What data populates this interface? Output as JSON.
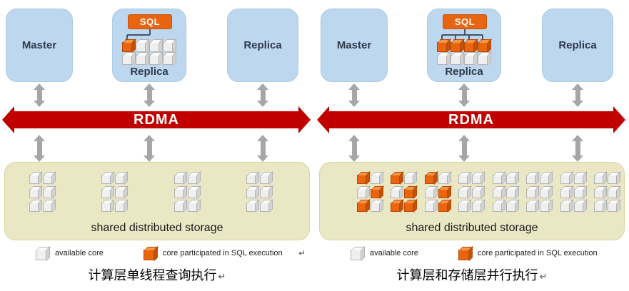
{
  "sql_label": "SQL",
  "rdma_label": "RDMA",
  "storage_label": "shared distributed storage",
  "return_mark": "↵",
  "legend": {
    "available": "available core",
    "participated": "core participated in SQL execution"
  },
  "colors": {
    "node_blue": "#BDD7EE",
    "rdma_red": "#C00000",
    "storage_beige": "#E9E7C4",
    "core_orange": "#EA650D",
    "core_white": "#EFEFEF",
    "arrow_gray": "#A6A6A6",
    "sql_badge_orange": "#E96410"
  },
  "panels": [
    {
      "caption": "计算层单线程查询执行",
      "master_label": "Master",
      "replica_mid_label": "Replica",
      "replica_right_label": "Replica",
      "replica_cores": [
        [
          "o",
          "w",
          "w",
          "w"
        ],
        [
          "w",
          "w",
          "w",
          "w"
        ]
      ],
      "storage_groups": [
        [
          [
            "w",
            "w"
          ],
          [
            "w",
            "w"
          ],
          [
            "w",
            "w"
          ]
        ],
        [
          [
            "w",
            "w"
          ],
          [
            "w",
            "w"
          ],
          [
            "w",
            "w"
          ]
        ],
        [
          [
            "w",
            "w"
          ],
          [
            "w",
            "w"
          ],
          [
            "w",
            "w"
          ]
        ],
        [
          [
            "w",
            "w"
          ],
          [
            "w",
            "w"
          ],
          [
            "w",
            "w"
          ]
        ]
      ],
      "has_stray_mark": true
    },
    {
      "caption": "计算层和存储层并行执行",
      "master_label": "Master",
      "replica_mid_label": "Replica",
      "replica_right_label": "Replica",
      "replica_cores": [
        [
          "o",
          "o",
          "o",
          "o"
        ],
        [
          "w",
          "w",
          "w",
          "w"
        ]
      ],
      "storage_groups": [
        [
          [
            "o",
            "w"
          ],
          [
            "w",
            "o"
          ],
          [
            "o",
            "w"
          ]
        ],
        [
          [
            "o",
            "w"
          ],
          [
            "w",
            "o"
          ],
          [
            "o",
            "o"
          ]
        ],
        [
          [
            "o",
            "w"
          ],
          [
            "w",
            "o"
          ],
          [
            "w",
            "o"
          ]
        ],
        [
          [
            "w",
            "w"
          ],
          [
            "w",
            "w"
          ],
          [
            "w",
            "w"
          ]
        ],
        [
          [
            "w",
            "w"
          ],
          [
            "w",
            "w"
          ],
          [
            "w",
            "w"
          ]
        ],
        [
          [
            "w",
            "w"
          ],
          [
            "w",
            "w"
          ],
          [
            "w",
            "w"
          ]
        ],
        [
          [
            "w",
            "w"
          ],
          [
            "w",
            "w"
          ],
          [
            "w",
            "w"
          ]
        ],
        [
          [
            "w",
            "w"
          ],
          [
            "w",
            "w"
          ],
          [
            "w",
            "w"
          ]
        ]
      ],
      "has_stray_mark": false
    }
  ]
}
